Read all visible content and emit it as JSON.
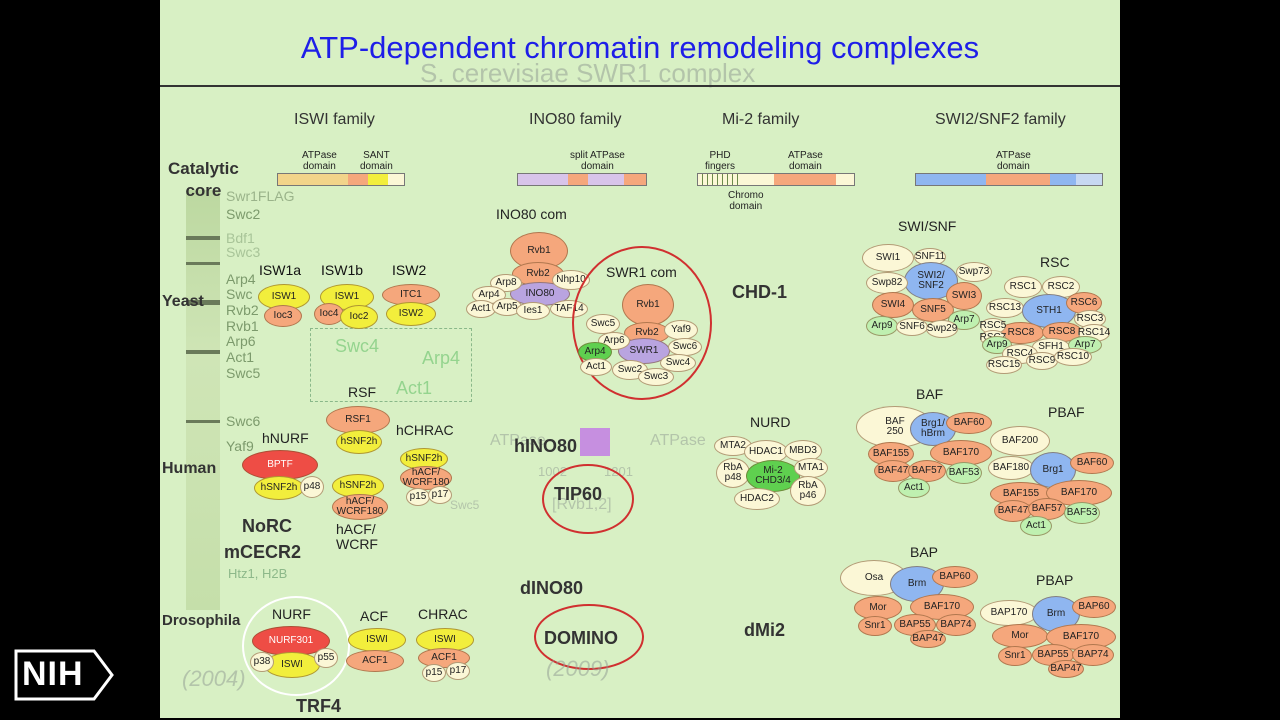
{
  "title": "ATP-dependent chromatin remodeling complexes",
  "ghost_title": "S. cerevisiae SWR1 complex",
  "families": [
    "ISWI family",
    "INO80 family",
    "Mi-2 family",
    "SWI2/SNF2 family"
  ],
  "domains": {
    "iswi_atpase": "ATPase\ndomain",
    "iswi_sant": "SANT\ndomain",
    "ino80_split": "split ATPase\ndomain",
    "mi2_phd": "PHD\nfingers",
    "mi2_chromo": "Chromo\ndomain",
    "mi2_atpase": "ATPase\ndomain",
    "swi_atpase": "ATPase\ndomain"
  },
  "rows": {
    "catalytic": "Catalytic\ncore",
    "yeast": "Yeast",
    "human": "Human",
    "drosophila": "Drosophila"
  },
  "gel_labels": [
    "Swr1FLAG",
    "Swc2",
    "Bdf1",
    "Swc3",
    "Arp4",
    "Swc",
    "Rvb2",
    "Rvb1",
    "Arp6",
    "Act1",
    "Swc5",
    "Swc6",
    "Yaf9"
  ],
  "complexes": {
    "isw1a": "ISW1a",
    "isw1b": "ISW1b",
    "isw2": "ISW2",
    "ino80com": "INO80 com",
    "swr1com": "SWR1 com",
    "chd1": "CHD-1",
    "swisnf": "SWI/SNF",
    "rsc": "RSC",
    "rsf": "RSF",
    "hnurf": "hNURF",
    "hchrac": "hCHRAC",
    "hino80": "hINO80",
    "tip60": "TIP60",
    "nurd": "NURD",
    "baf": "BAF",
    "pbaf": "PBAF",
    "norc": "NoRC",
    "mcecr2": "mCECR2",
    "htz": "Htz1, H2B",
    "hacf": "hACF/\nWCRF",
    "dino80": "dINO80",
    "domino": "DOMINO",
    "dmi2": "dMi2",
    "bap": "BAP",
    "pbap": "PBAP",
    "nurf": "NURF",
    "acf": "ACF",
    "chrac": "CHRAC",
    "trf4": "TRF4",
    "year1": "(2004)",
    "year2": "(2009)"
  },
  "ghost_words": [
    "Swc4",
    "Arp4",
    "Act1",
    "Swc5",
    "Yaf9",
    "ATPase",
    "ATPase",
    "Tip60",
    "Swc3",
    "1002",
    "1201",
    "[Rvb1,2]",
    "Rvb1",
    "Swc2",
    "Swr1"
  ],
  "logo": "NIH"
}
